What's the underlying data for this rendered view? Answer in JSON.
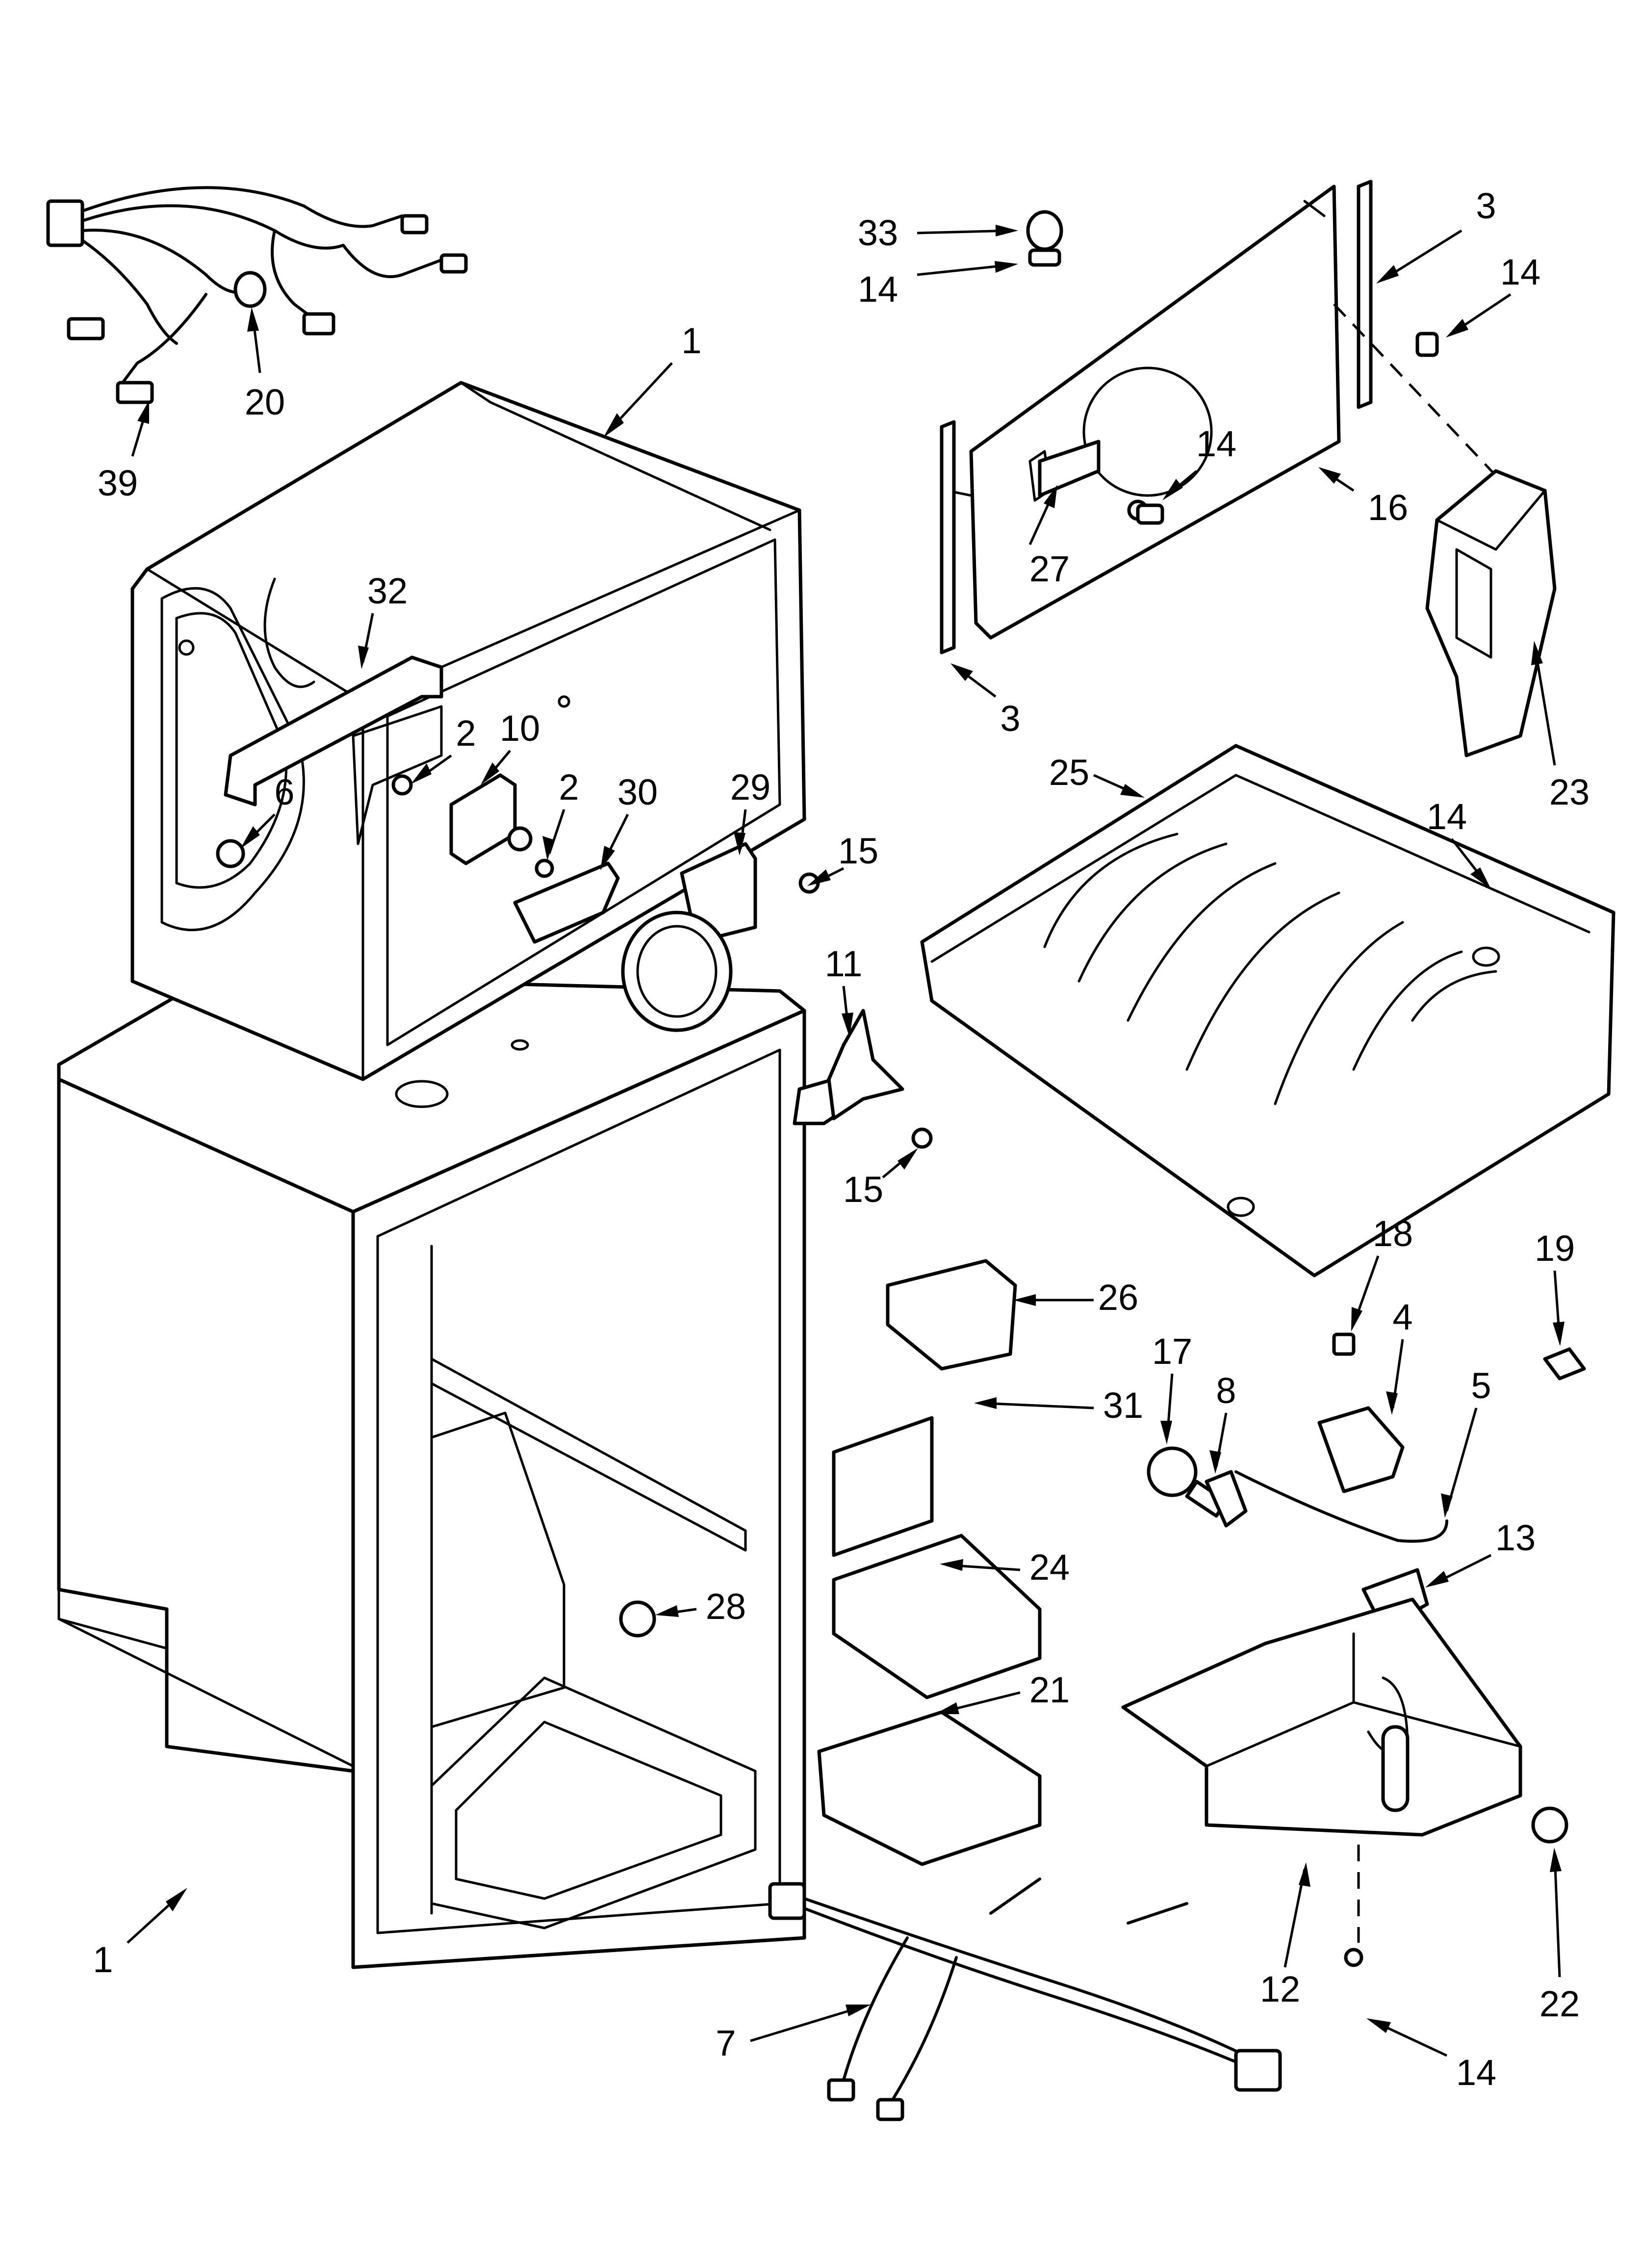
{
  "callouts": [
    {
      "id": "c1-top",
      "text": "1"
    },
    {
      "id": "c1-bottom",
      "text": "1"
    },
    {
      "id": "c2-a",
      "text": "2"
    },
    {
      "id": "c2-b",
      "text": "2"
    },
    {
      "id": "c3-top",
      "text": "3"
    },
    {
      "id": "c3-bottom",
      "text": "3"
    },
    {
      "id": "c4",
      "text": "4"
    },
    {
      "id": "c5",
      "text": "5"
    },
    {
      "id": "c6",
      "text": "6"
    },
    {
      "id": "c7",
      "text": "7"
    },
    {
      "id": "c8",
      "text": "8"
    },
    {
      "id": "c10",
      "text": "10"
    },
    {
      "id": "c11",
      "text": "11"
    },
    {
      "id": "c12",
      "text": "12"
    },
    {
      "id": "c13",
      "text": "13"
    },
    {
      "id": "c14-a",
      "text": "14"
    },
    {
      "id": "c14-b",
      "text": "14"
    },
    {
      "id": "c14-c",
      "text": "14"
    },
    {
      "id": "c14-d",
      "text": "14"
    },
    {
      "id": "c14-e",
      "text": "14"
    },
    {
      "id": "c15-a",
      "text": "15"
    },
    {
      "id": "c15-b",
      "text": "15"
    },
    {
      "id": "c16",
      "text": "16"
    },
    {
      "id": "c17",
      "text": "17"
    },
    {
      "id": "c18",
      "text": "18"
    },
    {
      "id": "c19",
      "text": "19"
    },
    {
      "id": "c20",
      "text": "20"
    },
    {
      "id": "c21",
      "text": "21"
    },
    {
      "id": "c22",
      "text": "22"
    },
    {
      "id": "c23",
      "text": "23"
    },
    {
      "id": "c24",
      "text": "24"
    },
    {
      "id": "c25",
      "text": "25"
    },
    {
      "id": "c26",
      "text": "26"
    },
    {
      "id": "c27",
      "text": "27"
    },
    {
      "id": "c28",
      "text": "28"
    },
    {
      "id": "c29",
      "text": "29"
    },
    {
      "id": "c30",
      "text": "30"
    },
    {
      "id": "c31",
      "text": "31"
    },
    {
      "id": "c32",
      "text": "32"
    },
    {
      "id": "c33",
      "text": "33"
    },
    {
      "id": "c39",
      "text": "39"
    }
  ]
}
